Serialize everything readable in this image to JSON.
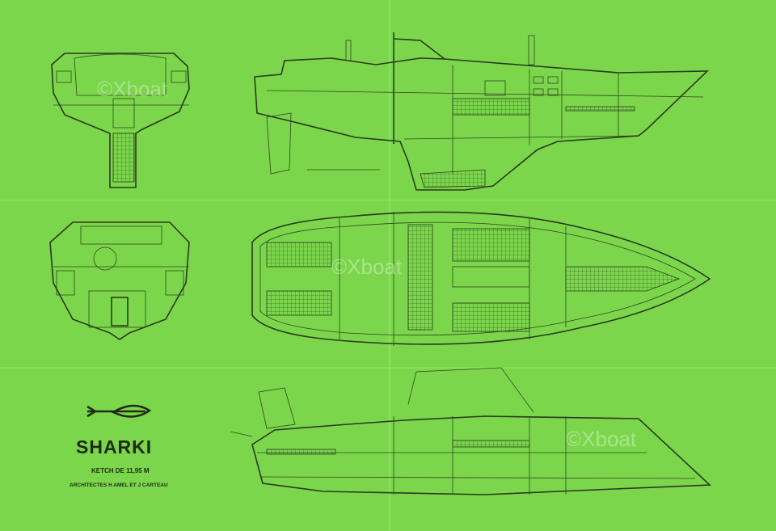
{
  "plan": {
    "name": "SHARKI",
    "subtitle": "KETCH DE 11,95 M",
    "architects": "ARCHITECTES  H AMEL ET J CARTEAU",
    "watermark": "©Xboat",
    "views": [
      "stern-section",
      "midship-section",
      "profile",
      "deck-plan",
      "outboard-profile"
    ]
  },
  "colors": {
    "paper": "#7bd64c",
    "ink": "#2a3a1c"
  }
}
